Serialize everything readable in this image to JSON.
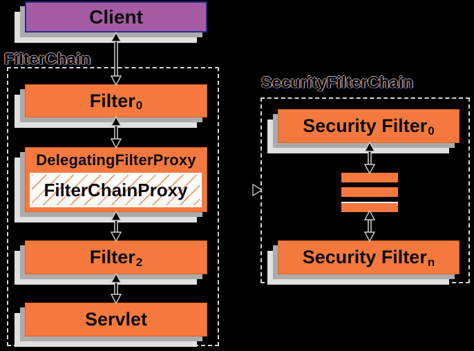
{
  "client": {
    "label": "Client"
  },
  "filter_chain": {
    "label": "FilterChain",
    "filter0": {
      "label": "Filter",
      "subscript": "0"
    },
    "delegating_filter_proxy": {
      "label": "DelegatingFilterProxy"
    },
    "filter_chain_proxy": {
      "label": "FilterChainProxy"
    },
    "filter2": {
      "label": "Filter",
      "subscript": "2"
    },
    "servlet": {
      "label": "Servlet"
    }
  },
  "security_filter_chain": {
    "label": "SecurityFilterChain",
    "filter0": {
      "label": "Security Filter",
      "subscript": "0"
    },
    "filtern": {
      "label": "Security Filter",
      "subscript": "n"
    }
  },
  "colors": {
    "background": "#000000",
    "box_orange": "#F5793E",
    "box_orange_border": "#D8641F",
    "client_purple": "#A55BA4",
    "client_border": "#2A2A92",
    "shadow_inner": "#ABABAB",
    "shadow_outer": "#E0E0E0",
    "dashed_frame": "#D8D8D8",
    "hatch_background": "#FFFFFF",
    "arrow_fill": "#000000",
    "arrow_outline": "#CFCFCF"
  }
}
